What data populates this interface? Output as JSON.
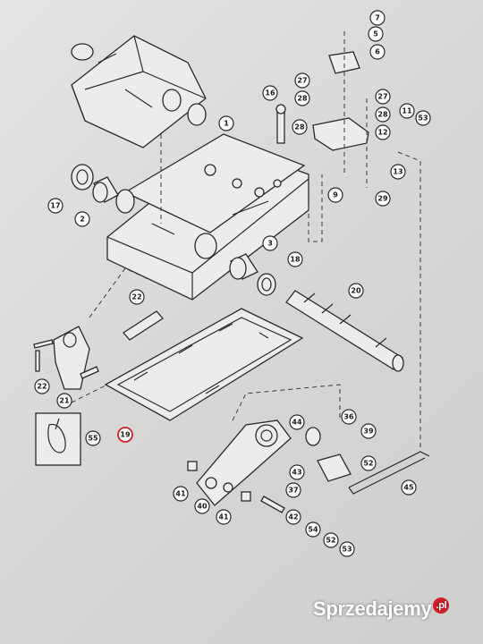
{
  "diagram": {
    "callouts": [
      "1",
      "2",
      "3",
      "5",
      "6",
      "7",
      "9",
      "11",
      "12",
      "13",
      "16",
      "17",
      "18",
      "19",
      "20",
      "21",
      "22",
      "22",
      "27",
      "27",
      "28",
      "28",
      "28",
      "29",
      "36",
      "37",
      "39",
      "40",
      "41",
      "41",
      "42",
      "43",
      "44",
      "45",
      "52",
      "52",
      "53",
      "53",
      "54",
      "55"
    ]
  },
  "watermark": {
    "text": "Sprzedajemy",
    "badge": ".pl"
  }
}
